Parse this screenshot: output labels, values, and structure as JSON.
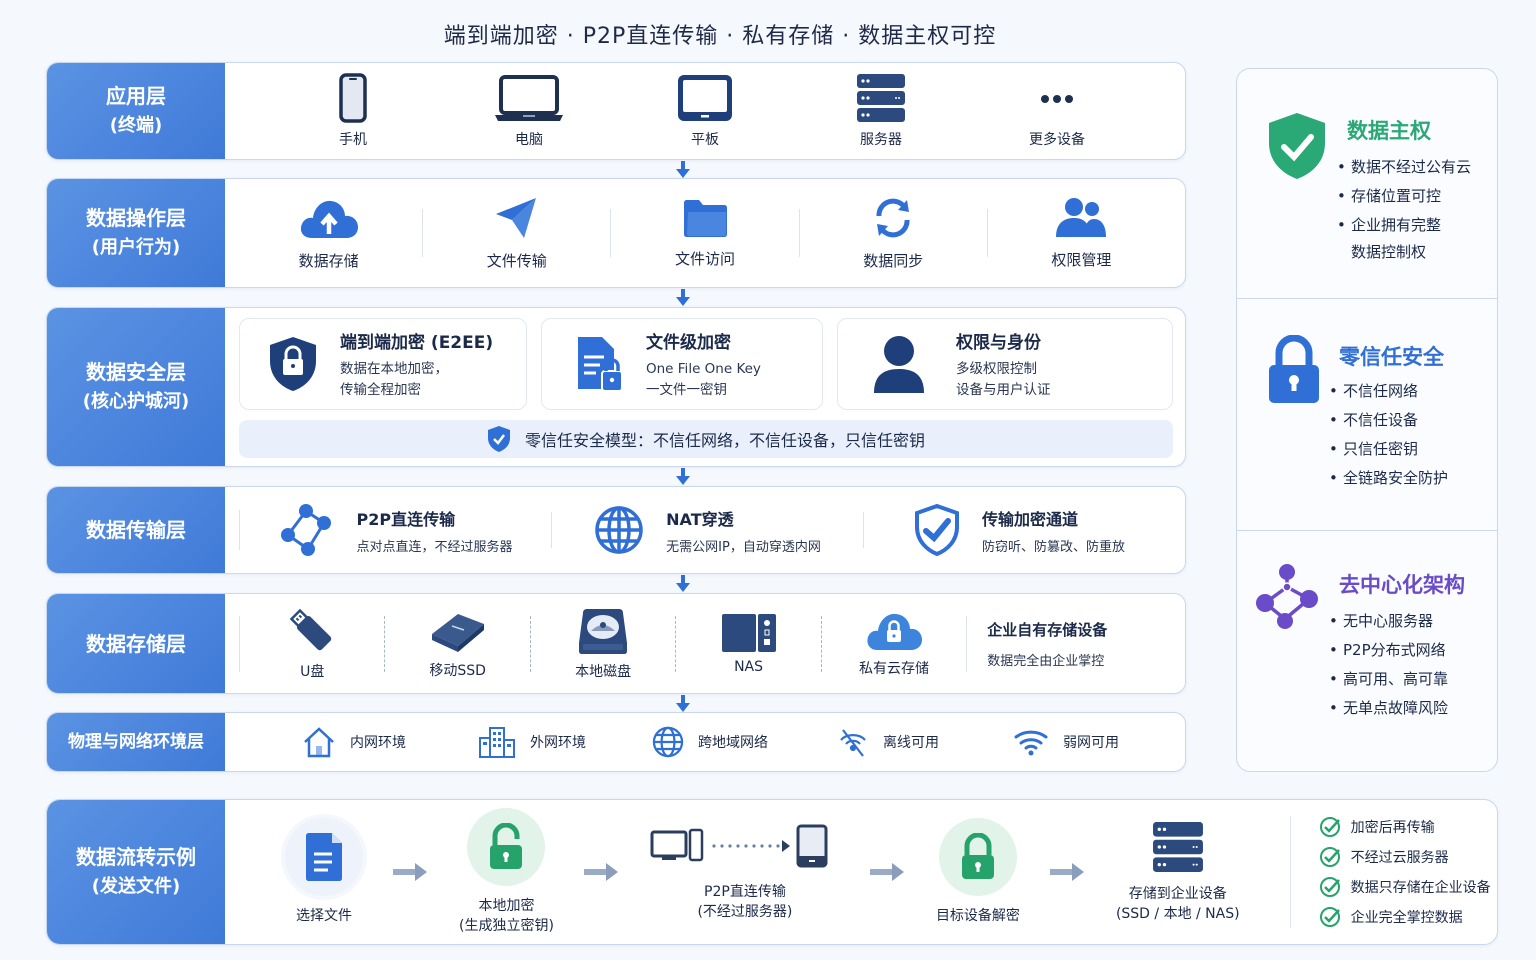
{
  "header": {
    "title": "端到端加密 · P2P直连传输 · 私有存储 · 数据主权可控"
  },
  "colors": {
    "layer_label_bg": "#3f7ad8",
    "accent_blue": "#2f6fd6",
    "icon_navy": "#1e3f7a",
    "green": "#2aa876",
    "purple": "#6a4bc8",
    "border": "#c9d8ee"
  },
  "layers": {
    "app": {
      "label": "应用层",
      "sub": "(终端)",
      "items": [
        {
          "icon": "phone-icon",
          "label": "手机"
        },
        {
          "icon": "laptop-icon",
          "label": "电脑"
        },
        {
          "icon": "tablet-icon",
          "label": "平板"
        },
        {
          "icon": "server-icon",
          "label": "服务器"
        },
        {
          "icon": "more-icon",
          "label": "更多设备"
        }
      ]
    },
    "operation": {
      "label": "数据操作层",
      "sub": "(用户行为)",
      "items": [
        {
          "icon": "cloud-upload-icon",
          "label": "数据存储"
        },
        {
          "icon": "paper-plane-icon",
          "label": "文件传输"
        },
        {
          "icon": "folder-icon",
          "label": "文件访问"
        },
        {
          "icon": "sync-icon",
          "label": "数据同步"
        },
        {
          "icon": "users-icon",
          "label": "权限管理"
        }
      ]
    },
    "security": {
      "label": "数据安全层",
      "sub": "(核心护城河)",
      "cards": [
        {
          "icon": "shield-lock-icon",
          "title": "端到端加密 (E2EE)",
          "line1": "数据在本地加密，",
          "line2": "传输全程加密"
        },
        {
          "icon": "file-lock-icon",
          "title": "文件级加密",
          "line1": "One File One Key",
          "line2": "一文件一密钥"
        },
        {
          "icon": "user-icon",
          "title": "权限与身份",
          "line1": "多级权限控制",
          "line2": "设备与用户认证"
        }
      ],
      "zero_trust": "零信任安全模型：不信任网络，不信任设备，只信任密钥"
    },
    "transport": {
      "label": "数据传输层",
      "items": [
        {
          "icon": "p2p-network-icon",
          "title": "P2P直连传输",
          "desc": "点对点直连，不经过服务器"
        },
        {
          "icon": "globe-icon",
          "title": "NAT穿透",
          "desc": "无需公网IP，自动穿透内网"
        },
        {
          "icon": "shield-check-icon",
          "title": "传输加密通道",
          "desc": "防窃听、防篡改、防重放"
        }
      ]
    },
    "storage": {
      "label": "数据存储层",
      "items": [
        {
          "icon": "usb-drive-icon",
          "label": "U盘"
        },
        {
          "icon": "portable-ssd-icon",
          "label": "移动SSD"
        },
        {
          "icon": "hard-disk-icon",
          "label": "本地磁盘"
        },
        {
          "icon": "nas-icon",
          "label": "NAS"
        },
        {
          "icon": "private-cloud-icon",
          "label": "私有云存储"
        }
      ],
      "enterprise_title": "企业自有存储设备",
      "enterprise_desc": "数据完全由企业掌控"
    },
    "environment": {
      "label": "物理与网络环境层",
      "items": [
        {
          "icon": "home-icon",
          "label": "内网环境"
        },
        {
          "icon": "building-icon",
          "label": "外网环境"
        },
        {
          "icon": "globe-icon",
          "label": "跨地域网络"
        },
        {
          "icon": "offline-icon",
          "label": "离线可用"
        },
        {
          "icon": "wifi-icon",
          "label": "弱网可用"
        }
      ]
    },
    "flow": {
      "label": "数据流转示例",
      "sub": "(发送文件)",
      "steps": [
        {
          "icon": "document-icon",
          "line1": "选择文件",
          "line2": ""
        },
        {
          "icon": "unlock-icon",
          "line1": "本地加密",
          "line2": "(生成独立密钥)"
        },
        {
          "icon": "p2p-devices-icon",
          "line1": "P2P直连传输",
          "line2": "(不经过服务器)"
        },
        {
          "icon": "lock-icon",
          "line1": "目标设备解密",
          "line2": ""
        },
        {
          "icon": "server-icon",
          "line1": "存储到企业设备",
          "line2": "(SSD / 本地 / NAS)"
        }
      ],
      "checks": [
        "加密后再传输",
        "不经过云服务器",
        "数据只存储在企业设备",
        "企业完全掌控数据"
      ]
    }
  },
  "side_panel": {
    "sovereignty": {
      "title": "数据主权",
      "color": "#2aa876",
      "items": [
        "数据不经过公有云",
        "存储位置可控",
        "企业拥有完整",
        "数据控制权"
      ]
    },
    "zero_trust": {
      "title": "零信任安全",
      "color": "#2f6fd6",
      "items": [
        "不信任网络",
        "不信任设备",
        "只信任密钥",
        "全链路安全防护"
      ]
    },
    "decentralized": {
      "title": "去中心化架构",
      "color": "#6a4bc8",
      "items": [
        "无中心服务器",
        "P2P分布式网络",
        "高可用、高可靠",
        "无单点故障风险"
      ]
    }
  }
}
